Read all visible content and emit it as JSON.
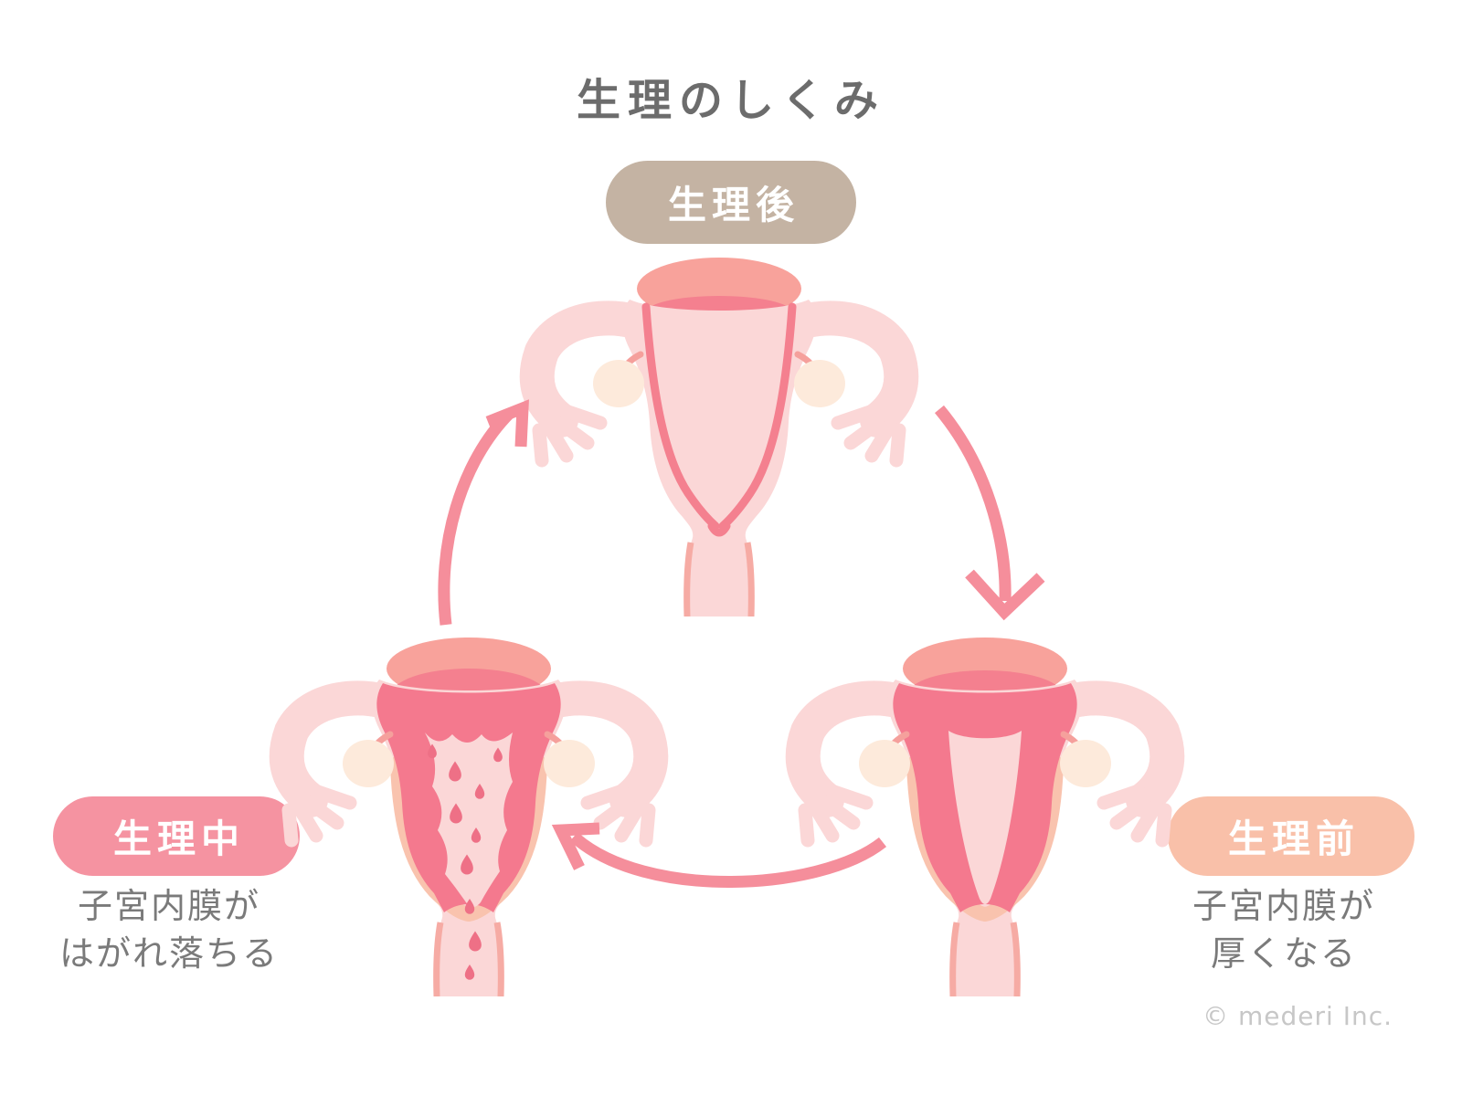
{
  "title": "生理のしくみ",
  "stages": {
    "after": {
      "label": "生理後",
      "pill_color": "#c4b3a3"
    },
    "before": {
      "label": "生理前",
      "pill_color": "#f9c0a9",
      "description_lines": [
        "子宮内膜が",
        "厚くなる"
      ]
    },
    "during": {
      "label": "生理中",
      "pill_color": "#f593a1",
      "description_lines": [
        "子宮内膜が",
        "はがれ落ちる"
      ]
    }
  },
  "copyright": "© mederi Inc.",
  "colors": {
    "title_text": "#6c6c6c",
    "description_text": "#7a7a7a",
    "copyright_text": "#c7c7c7",
    "pill_text": "#ffffff",
    "background": "#ffffff",
    "uterus_body": "#fbd7d7",
    "fundus": "#f8a29b",
    "endometrium_thin": "#f4808f",
    "endometrium_thick": "#f4798e",
    "ovary": "#fdeadb",
    "outer_rim": "#f9c3ae",
    "canal_edge": "#f6aba4",
    "droplet": "#ee7086",
    "arrow": "#f58e9b"
  }
}
